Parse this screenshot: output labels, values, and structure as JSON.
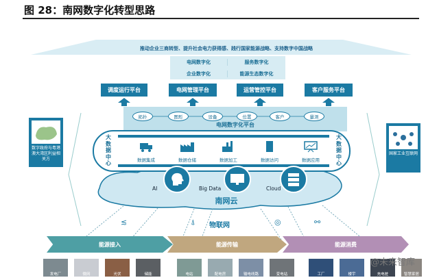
{
  "title": "图 28：南网数字化转型思路",
  "banner": "推动企业三商转型、提升社会电力获得感、践行国家能源战略、支持数字中国战略",
  "grid": [
    "电网数字化",
    "服务数字化",
    "企业数字化",
    "能源生态数字化"
  ],
  "platforms": [
    "调度运行平台",
    "电网管理平台",
    "运营管控平台",
    "客户服务平台"
  ],
  "ovals": [
    "拓扑",
    "图形",
    "设备",
    "位置",
    "客户",
    "量测"
  ],
  "digital_platform": "电网数字化平台",
  "data_center": "大数据中心",
  "data_steps": [
    "数据集成",
    "数据仓储",
    "数据加工",
    "数据访问",
    "数据应用"
  ],
  "left_box": "数字政府与粤港澳大湾区利益相关方",
  "right_box": "国家工业互联网",
  "cloud": {
    "ai": "AI",
    "bigdata": "Big Data",
    "cloud": "Cloud",
    "name": "南网云"
  },
  "iot": "物联网",
  "stages": [
    "能源接入",
    "能源传输",
    "能源消费"
  ],
  "stage_colors": [
    "#4e9fa4",
    "#c0a77f",
    "#b28fb5"
  ],
  "photos": [
    "发电厂",
    "微网",
    "光伏",
    "储能",
    "电站",
    "配电房",
    "输电线路",
    "变电站",
    "工厂",
    "楼宇",
    "充电桩",
    "智慧家居"
  ],
  "watermark": "@未来智库"
}
